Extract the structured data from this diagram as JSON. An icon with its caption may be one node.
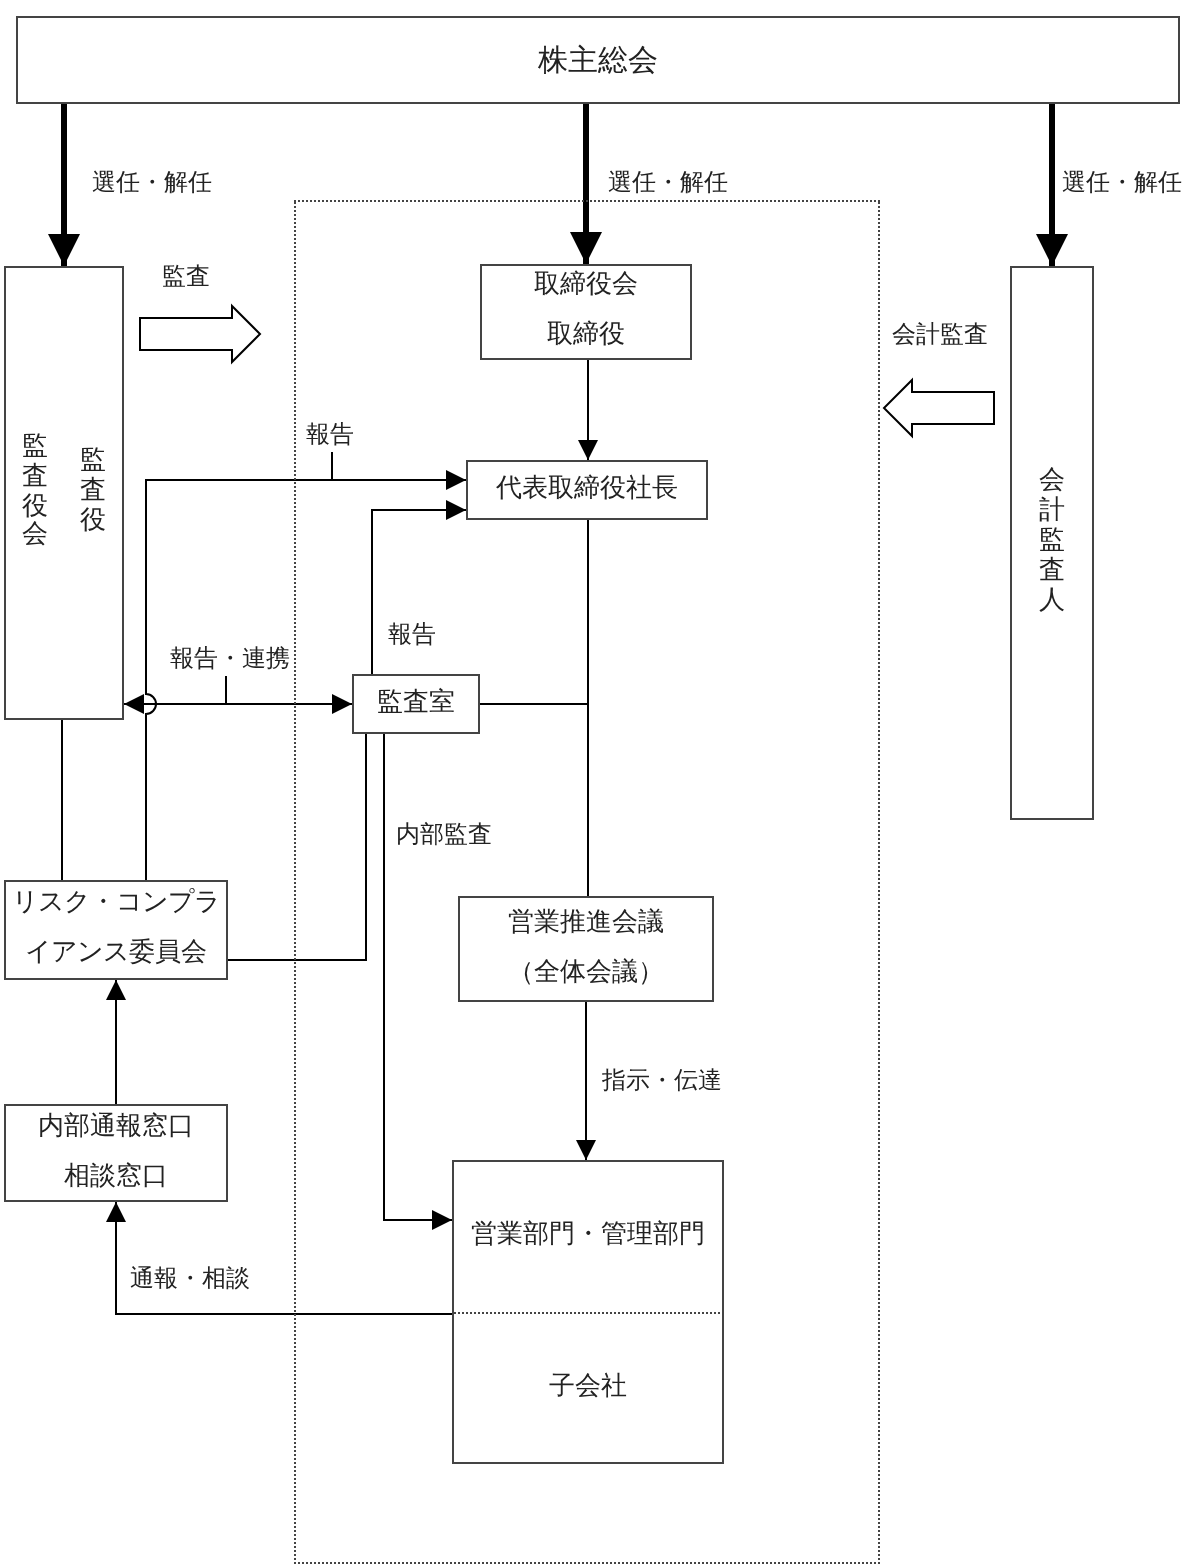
{
  "diagram": {
    "nodes": [
      {
        "text": [
          "株主総会"
        ]
      },
      {
        "text": [],
        "shape": "box"
      },
      {
        "text": [
          "取締役会",
          "取締役"
        ],
        "in": 1
      },
      {
        "text": [
          "代表取締役社長"
        ],
        "in": 1
      },
      {
        "text": [
          "監査役会",
          "監査役"
        ]
      },
      {
        "text": [
          "会計監査人"
        ]
      },
      {
        "text": [
          "監査室"
        ],
        "in": 1
      },
      {
        "text": [
          "リスク・コンプライアンス委員会"
        ]
      },
      {
        "text": [
          "営業推進会議（全体会議）"
        ],
        "in": 1
      },
      {
        "text": [
          "内部通報窓口",
          "相談窓口"
        ]
      },
      {
        "text": [
          "営業部門・管理部門"
        ],
        "in": 1
      },
      {
        "text": [
          "子会社"
        ],
        "in": 1
      }
    ],
    "edges": [
      {
        "from": 0,
        "to": 4,
        "arrow": "to",
        "label": "選任・解任",
        "style": "thick"
      },
      {
        "from": 0,
        "to": 2,
        "arrow": "to",
        "label": "選任・解任",
        "style": "thick"
      },
      {
        "from": 0,
        "to": 5,
        "arrow": "to",
        "label": "選任・解任",
        "style": "thick"
      },
      {
        "from": 4,
        "to": 1,
        "arrow": "to",
        "label": "監査"
      },
      {
        "from": 5,
        "to": 1,
        "arrow": "to",
        "label": "会計監査"
      },
      {
        "from": 2,
        "to": 3,
        "arrow": "to"
      },
      {
        "from": 3,
        "to": 8,
        "arrow": "none"
      },
      {
        "from": 6,
        "to": 3,
        "arrow": "none"
      },
      {
        "from": 8,
        "to": 10,
        "arrow": "to",
        "label": "指示・伝達"
      },
      {
        "from": 6,
        "to": 3,
        "arrow": "to",
        "label": "報告"
      },
      {
        "from": 7,
        "to": 3,
        "arrow": "to",
        "label": "報告"
      },
      {
        "from": 4,
        "to": 6,
        "arrow": "both",
        "label": "報告・連携"
      },
      {
        "from": 4,
        "to": 7,
        "arrow": "none"
      },
      {
        "from": 7,
        "to": 6,
        "arrow": "none"
      },
      {
        "from": 6,
        "to": 10,
        "arrow": "to",
        "label": "内部監査"
      },
      {
        "from": 9,
        "to": 7,
        "arrow": "to"
      },
      {
        "from": 10,
        "to": 9,
        "arrow": "to",
        "label": "通報・相談"
      }
    ]
  }
}
